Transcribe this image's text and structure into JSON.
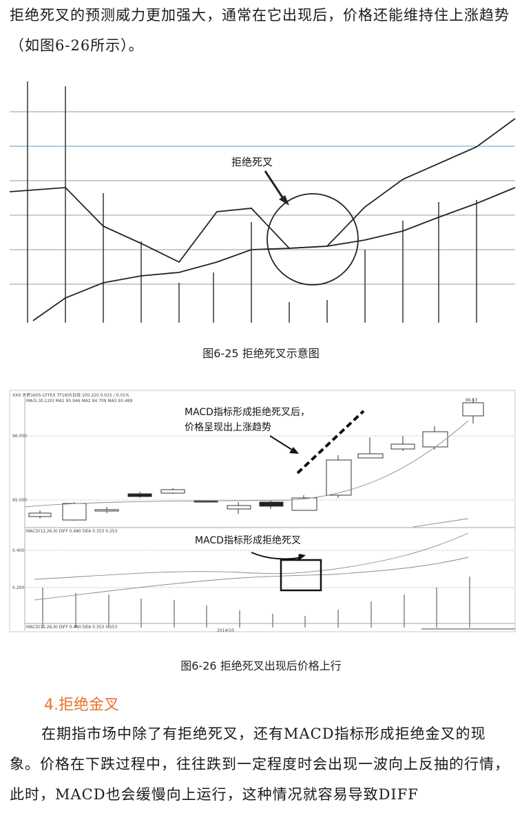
{
  "intro_text": "拒绝死叉的预测威力更加强大，通常在它出现后，价格还能维持住上涨趋势（如图6-26所示）。",
  "figure1": {
    "annotation": "拒绝死叉",
    "caption": "图6-25    拒绝死叉示意图"
  },
  "figure2": {
    "top_info": "XXX  天债1605-CFFEX  TF1605日线    100.220   0.015 / 0.01%",
    "ma_info": "MA(5,30,120)  MA1 95.946   MA2 94.709   MA3 93.489",
    "price_labels": [
      "96.000",
      "95.000"
    ],
    "top_value": "96.53",
    "annotation_top_line1": "MACD指标形成拒绝死叉后，",
    "annotation_top_line2": "价格呈现出上涨趋势",
    "macd_info": "MACD(12,26,9)  DIFF   0.480   DEA  0.353      0.253",
    "macd_labels": [
      "0.400",
      "0.200"
    ],
    "annotation_macd": "MACD指标形成拒绝死叉",
    "bottom_info": "MACD(12,26,9)  DIFF   0.480   DEA  0.353      0.253",
    "date_label": "2014/10",
    "caption": "图6-26    拒绝死叉出现后价格上行"
  },
  "section": {
    "title": "4.拒绝金叉",
    "body": "在期指市场中除了有拒绝死叉，还有MACD指标形成拒绝金叉的现象。价格在下跌过程中，往往跌到一定程度时会出现一波向上反抽的行情，此时，MACD也会缓慢向上运行，这种情况就容易导致DIFF"
  }
}
